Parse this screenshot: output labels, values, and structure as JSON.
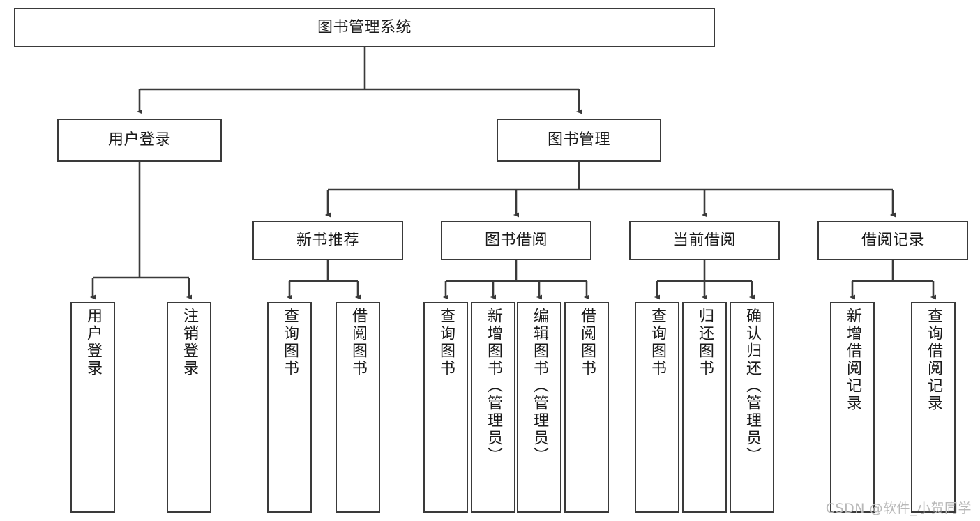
{
  "diagram": {
    "title": "图书管理系统",
    "type": "hierarchy-tree",
    "line_color": "#3a3a3a",
    "box_fill": "#ffffff",
    "text_color": "#1a1a1a"
  },
  "nodes": {
    "root": {
      "label": "图书管理系统"
    },
    "level2": [
      {
        "label": "用户登录"
      },
      {
        "label": "图书管理"
      }
    ],
    "level3": [
      {
        "label": "新书推荐"
      },
      {
        "label": "图书借阅"
      },
      {
        "label": "当前借阅"
      },
      {
        "label": "借阅记录"
      }
    ],
    "leaves_user_login": [
      {
        "label": "用户登录"
      },
      {
        "label": "注销登录"
      }
    ],
    "leaves_new_book": [
      {
        "label": "查询图书"
      },
      {
        "label": "借阅图书"
      }
    ],
    "leaves_borrow": [
      {
        "label": "查询图书"
      },
      {
        "label": "新增图书（管理员）"
      },
      {
        "label": "编辑图书（管理员）"
      },
      {
        "label": "借阅图书"
      }
    ],
    "leaves_current": [
      {
        "label": "查询图书"
      },
      {
        "label": "归还图书"
      },
      {
        "label": "确认归还（管理员）"
      }
    ],
    "leaves_records": [
      {
        "label": "新增借阅记录"
      },
      {
        "label": "查询借阅记录"
      }
    ]
  },
  "watermark": {
    "text": "CSDN @软件_小贺同学"
  }
}
